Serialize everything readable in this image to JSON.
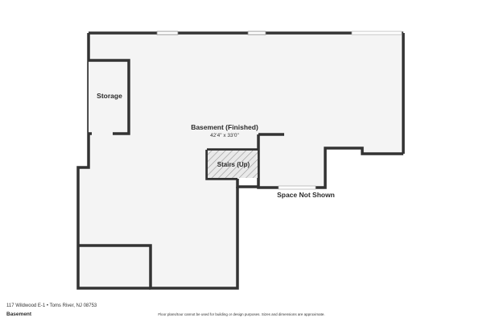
{
  "floor_name": "Basement",
  "rooms": {
    "storage": {
      "label": "Storage"
    },
    "main": {
      "label": "Basement (Finished)",
      "dimensions": "42'4\" x 33'0\""
    },
    "stairs": {
      "label": "Stairs (Up)"
    }
  },
  "note_space": "Space Not Shown",
  "address_line": "117 Wildwood E-1 • Toms River, NJ 08753",
  "disclaimer": "Floor plans/tour cannot be used for building or design purposes. Sizes and dimensions are approximate.",
  "colors": {
    "floor_fill": "#f4f4f4",
    "wall": "#333333",
    "door_gap": "#ffffff",
    "stairs_fill": "#e9e9e9",
    "stairs_hatch": "#9a9a9a"
  }
}
